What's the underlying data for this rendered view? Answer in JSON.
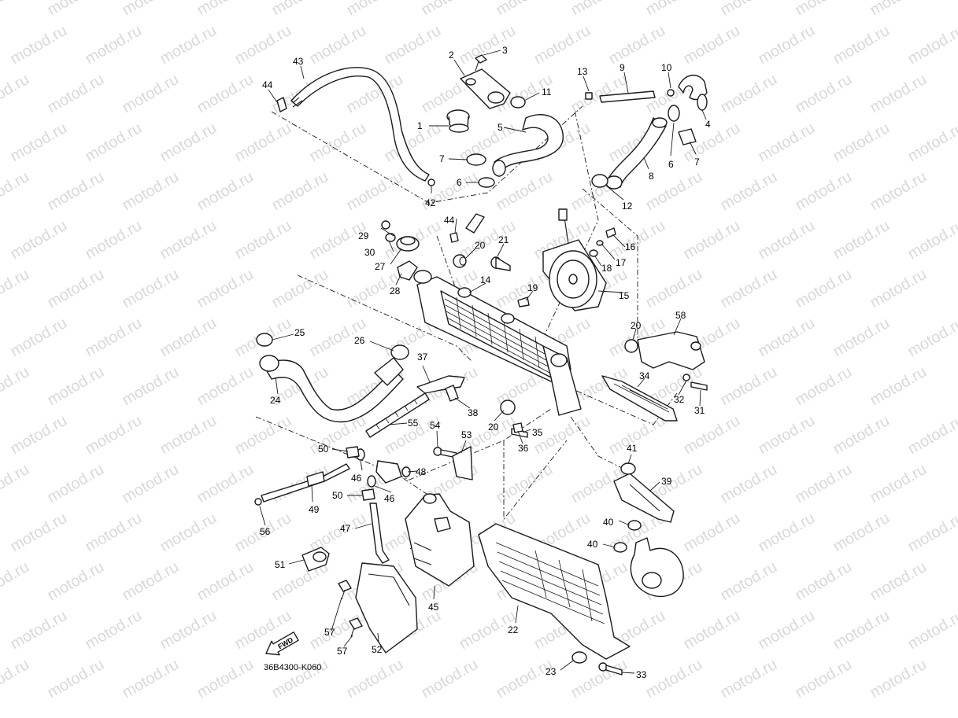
{
  "watermark": "motod.ru",
  "diagram_code": "36B4300-K060",
  "fwd_label": "FWD",
  "callouts": {
    "c1": "1",
    "c2": "2",
    "c3": "3",
    "c4": "4",
    "c5": "5",
    "c6a": "6",
    "c6b": "6",
    "c7a": "7",
    "c7b": "7",
    "c8": "8",
    "c9": "9",
    "c10": "10",
    "c11": "11",
    "c12": "12",
    "c13": "13",
    "c14": "14",
    "c15": "15",
    "c16": "16",
    "c17": "17",
    "c18": "18",
    "c19": "19",
    "c20a": "20",
    "c20b": "20",
    "c20c": "20",
    "c21": "21",
    "c22": "22",
    "c23": "23",
    "c24": "24",
    "c25": "25",
    "c26": "26",
    "c27": "27",
    "c28": "28",
    "c29": "29",
    "c30": "30",
    "c31": "31",
    "c32": "32",
    "c33": "33",
    "c34": "34",
    "c35": "35",
    "c36": "36",
    "c37": "37",
    "c38": "38",
    "c39": "39",
    "c40a": "40",
    "c40b": "40",
    "c41": "41",
    "c42": "42",
    "c43": "43",
    "c44a": "44",
    "c44b": "44",
    "c45": "45",
    "c46a": "46",
    "c46b": "46",
    "c47": "47",
    "c48": "48",
    "c49": "49",
    "c50a": "50",
    "c50b": "50",
    "c51": "51",
    "c52": "52",
    "c53": "53",
    "c54": "54",
    "c55": "55",
    "c56": "56",
    "c57a": "57",
    "c57b": "57",
    "c58": "58"
  }
}
